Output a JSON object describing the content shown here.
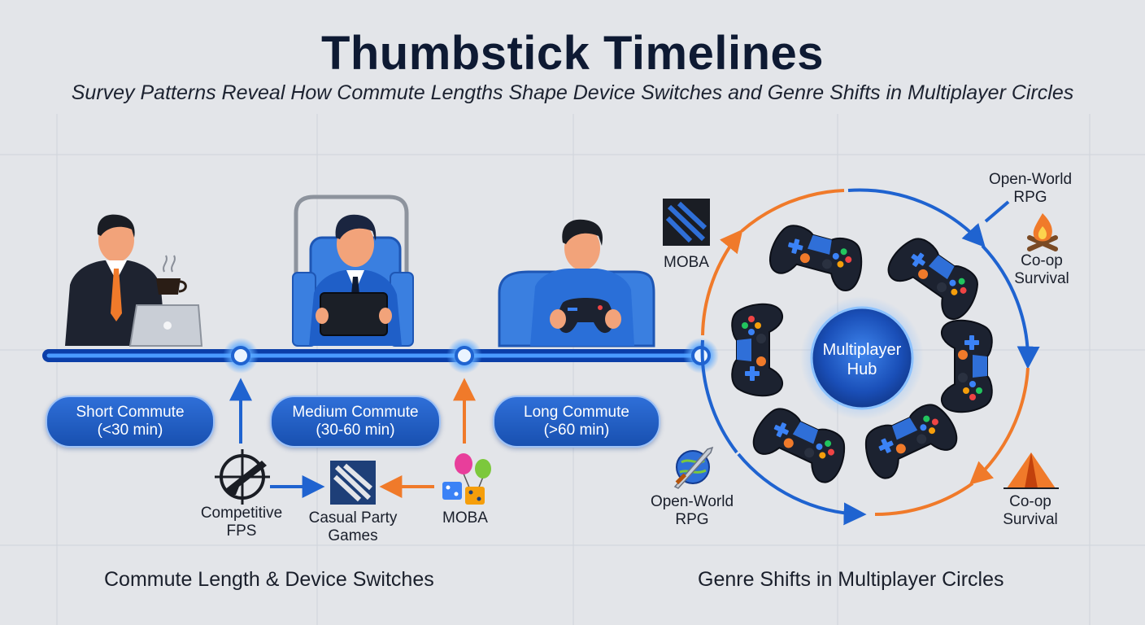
{
  "title": "Thumbstick Timelines",
  "subtitle": "Survey Patterns Reveal How Commute Lengths Shape Device Switches and Genre Shifts in Multiplayer Circles",
  "commute": {
    "short": {
      "line1": "Short Commute",
      "line2": "(<30 min)"
    },
    "medium": {
      "line1": "Medium Commute",
      "line2": "(30-60 min)"
    },
    "long": {
      "line1": "Long Commute",
      "line2": "(>60 min)"
    }
  },
  "genres_left": {
    "fps": {
      "line1": "Competitive",
      "line2": "FPS"
    },
    "party": {
      "line1": "Casual Party",
      "line2": "Games"
    },
    "moba": "MOBA"
  },
  "genres_right": {
    "moba": "MOBA",
    "rpg_top": {
      "line1": "Open-World",
      "line2": "RPG"
    },
    "coop_top": {
      "line1": "Co-op",
      "line2": "Survival"
    },
    "rpg_bottom": {
      "line1": "Open-World",
      "line2": "RPG"
    },
    "coop_bottom": {
      "line1": "Co-op",
      "line2": "Survival"
    }
  },
  "hub": {
    "line1": "Multiplayer",
    "line2": "Hub"
  },
  "captions": {
    "left": "Commute Length & Device Switches",
    "right": "Genre Shifts in Multiplayer Circles"
  },
  "colors": {
    "blue": "#1f63d0",
    "orange": "#f07a2a",
    "navy": "#0e1a33"
  },
  "icons": [
    "coffee-cup-icon",
    "laptop-icon",
    "tablet-icon",
    "gamepad-icon",
    "crosshair-rifle-icon",
    "moba-logo-icon",
    "dice-balloons-icon",
    "campfire-icon",
    "sword-globe-icon",
    "tent-icon"
  ]
}
